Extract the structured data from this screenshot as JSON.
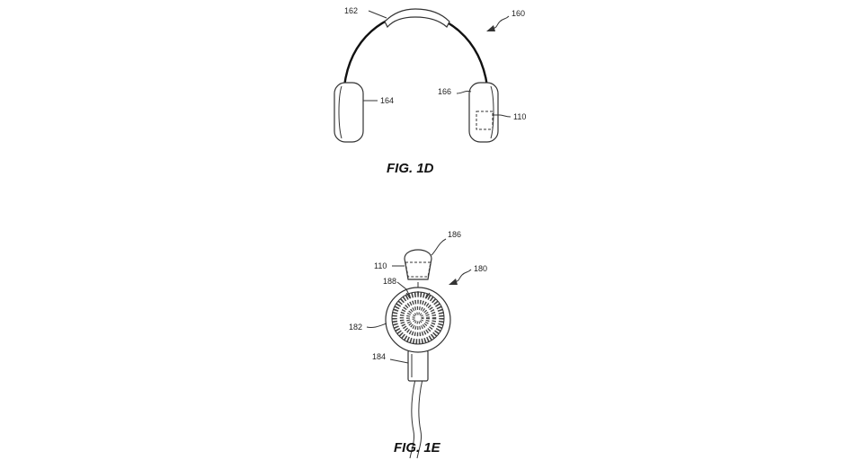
{
  "figure_1d": {
    "caption": "FIG. 1D",
    "labels": {
      "headband": "162",
      "assembly": "160",
      "left_cup": "164",
      "right_cup": "166",
      "module": "110"
    }
  },
  "figure_1e": {
    "caption": "FIG. 1E",
    "labels": {
      "tip": "186",
      "module": "110",
      "assembly": "180",
      "speaker": "188",
      "body": "182",
      "stem": "184"
    }
  },
  "colors": {
    "line": "#333333",
    "background": "#ffffff"
  }
}
